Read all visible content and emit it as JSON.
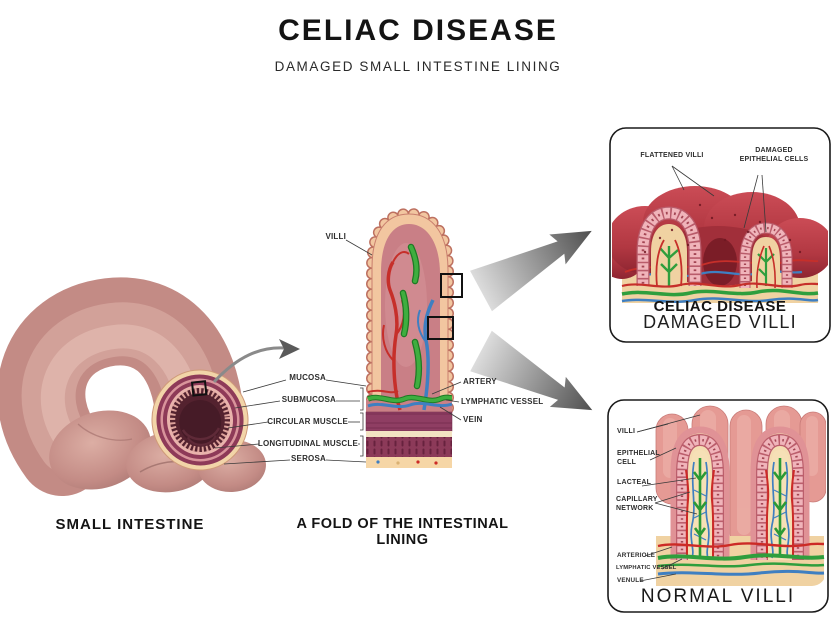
{
  "header": {
    "title": "CELIAC DISEASE",
    "subtitle": "DAMAGED SMALL INTESTINE LINING"
  },
  "small_intestine": {
    "caption": "SMALL INTESTINE"
  },
  "fold": {
    "caption": "A FOLD OF THE INTESTINAL LINING",
    "labels": {
      "villi": "VILLI",
      "mucosa": "MUCOSA",
      "submucosa": "SUBMUCOSA",
      "circular_muscle": "CIRCULAR MUSCLE",
      "longitudinal_muscle": "LONGITUDINAL MUSCLE",
      "serosa": "SEROSA",
      "artery": "ARTERY",
      "lymphatic_vessel": "LYMPHATIC VESSEL",
      "vein": "VEIN"
    }
  },
  "damaged_box": {
    "labels": {
      "flattened_villi": "FLATTENED VILLI",
      "damaged_epithelial_cells": "DAMAGED EPITHELIAL CELLS"
    },
    "caption_line1": "CELIAC DISEASE",
    "caption_line2": "DAMAGED VILLI"
  },
  "normal_box": {
    "labels": {
      "villi": "VILLI",
      "epithelial_cell": "EPITHELIAL CELL",
      "lacteal": "LACTEAL",
      "capillary_network": "CAPILLARY NETWORK",
      "arteriole": "ARTERIOLE",
      "lymphatic_vessel": "LYMPHATIC VESSEL",
      "venule": "VENULE"
    },
    "caption": "NORMAL VILLI"
  },
  "colors": {
    "artery_red": "#c62f2a",
    "vein_blue": "#3f7fc1",
    "lymph_green": "#2f9e3d",
    "muscle_plum": "#8e3a5a",
    "serosa_tan": "#f2d2a0",
    "mucosa_pink": "#c97f86",
    "intestine_rose": "#c38b85"
  }
}
